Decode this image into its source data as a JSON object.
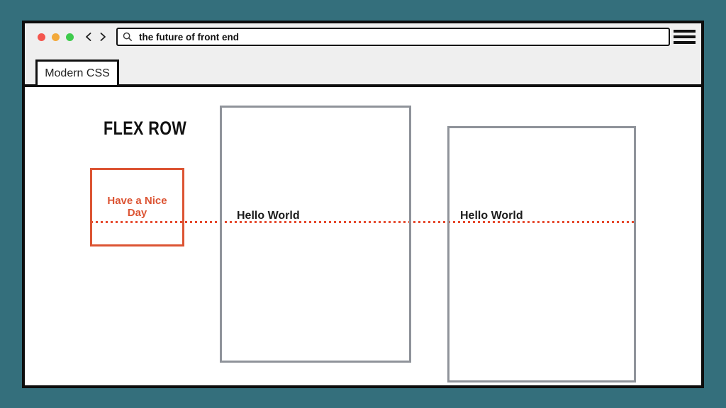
{
  "window": {
    "chrome": {
      "traffic_lights": [
        {
          "name": "close",
          "color": "#f4564e"
        },
        {
          "name": "minimize",
          "color": "#f3a93a"
        },
        {
          "name": "maximize",
          "color": "#3ecb4c"
        }
      ],
      "nav": {
        "back_icon": "chevron-left",
        "forward_icon": "chevron-right"
      },
      "search": {
        "icon": "search-icon",
        "value": "the future of front end",
        "placeholder": ""
      },
      "menu_icon": "hamburger-menu"
    },
    "tab": {
      "label": "Modern CSS"
    }
  },
  "content": {
    "heading": "FLEX ROW",
    "boxes": [
      {
        "id": "orange-item",
        "label": "Have a Nice Day",
        "border_color": "#dc5433",
        "text_color": "#dc5433"
      },
      {
        "id": "gray-item-1",
        "label": "Hello World",
        "border_color": "#8f939a",
        "text_color": "#1b1b1b"
      },
      {
        "id": "gray-item-2",
        "label": "Hello World",
        "border_color": "#8f939a",
        "text_color": "#1b1b1b"
      }
    ],
    "baseline_line_color": "#e64a2e"
  },
  "colors": {
    "slide_background": "#346f7c",
    "window_border": "#0d0d0d",
    "topbar_background": "#efefef"
  }
}
